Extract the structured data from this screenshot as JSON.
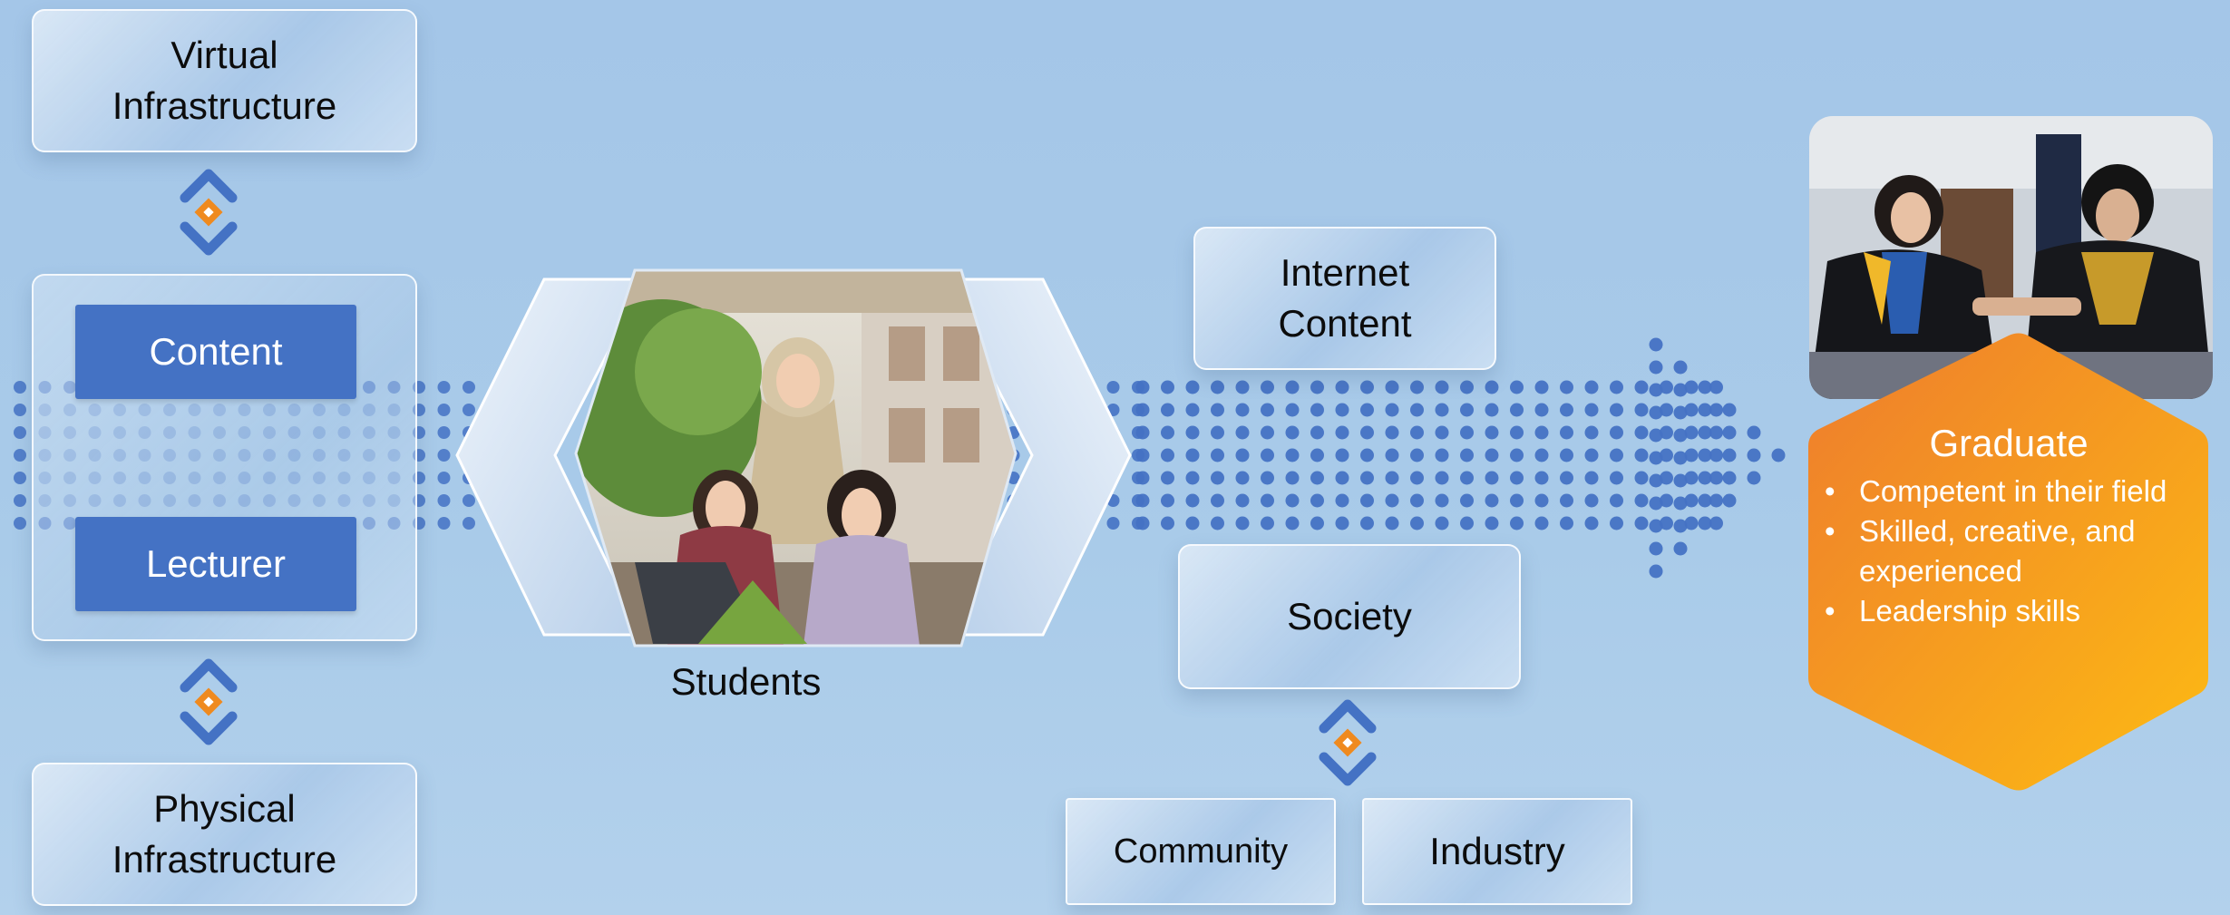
{
  "boxes": {
    "virtual_infrastructure": "Virtual\nInfrastructure",
    "physical_infrastructure": "Physical\nInfrastructure",
    "content": "Content",
    "lecturer": "Lecturer",
    "internet_content": "Internet\nContent",
    "society": "Society",
    "community": "Community",
    "industry": "Industry"
  },
  "students_label": "Students",
  "graduate": {
    "title": "Graduate",
    "points": [
      "Competent in their field",
      "Skilled, creative, and experienced",
      "Leadership skills"
    ]
  },
  "colors": {
    "background": "#a6c8e8",
    "blue_box": "#4472c4",
    "dot": "#4472c4",
    "orange_start": "#ee7c2d",
    "orange_end": "#fdbb13"
  },
  "icons": [
    "updown-connector-icon",
    "updown-connector-icon",
    "updown-connector-icon"
  ],
  "images": [
    "students-photo",
    "graduation-photo"
  ]
}
